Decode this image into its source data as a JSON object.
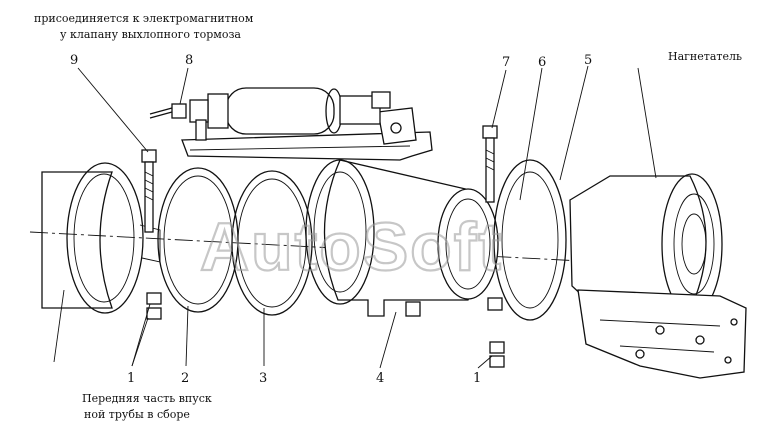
{
  "captions": {
    "top_line1": "присоединяется к электромагнитном",
    "top_line2": "у клапану выхлопного тормоза",
    "right": "Нагнетатель",
    "bottom_line1": "Передняя часть впуск",
    "bottom_line2": "ной трубы в сборе"
  },
  "callouts": {
    "n9": "9",
    "n8": "8",
    "n7": "7",
    "n6": "6",
    "n5": "5",
    "n1a": "1",
    "n2": "2",
    "n3": "3",
    "n4": "4",
    "n1b": "1"
  },
  "watermark": "AutoSoft"
}
